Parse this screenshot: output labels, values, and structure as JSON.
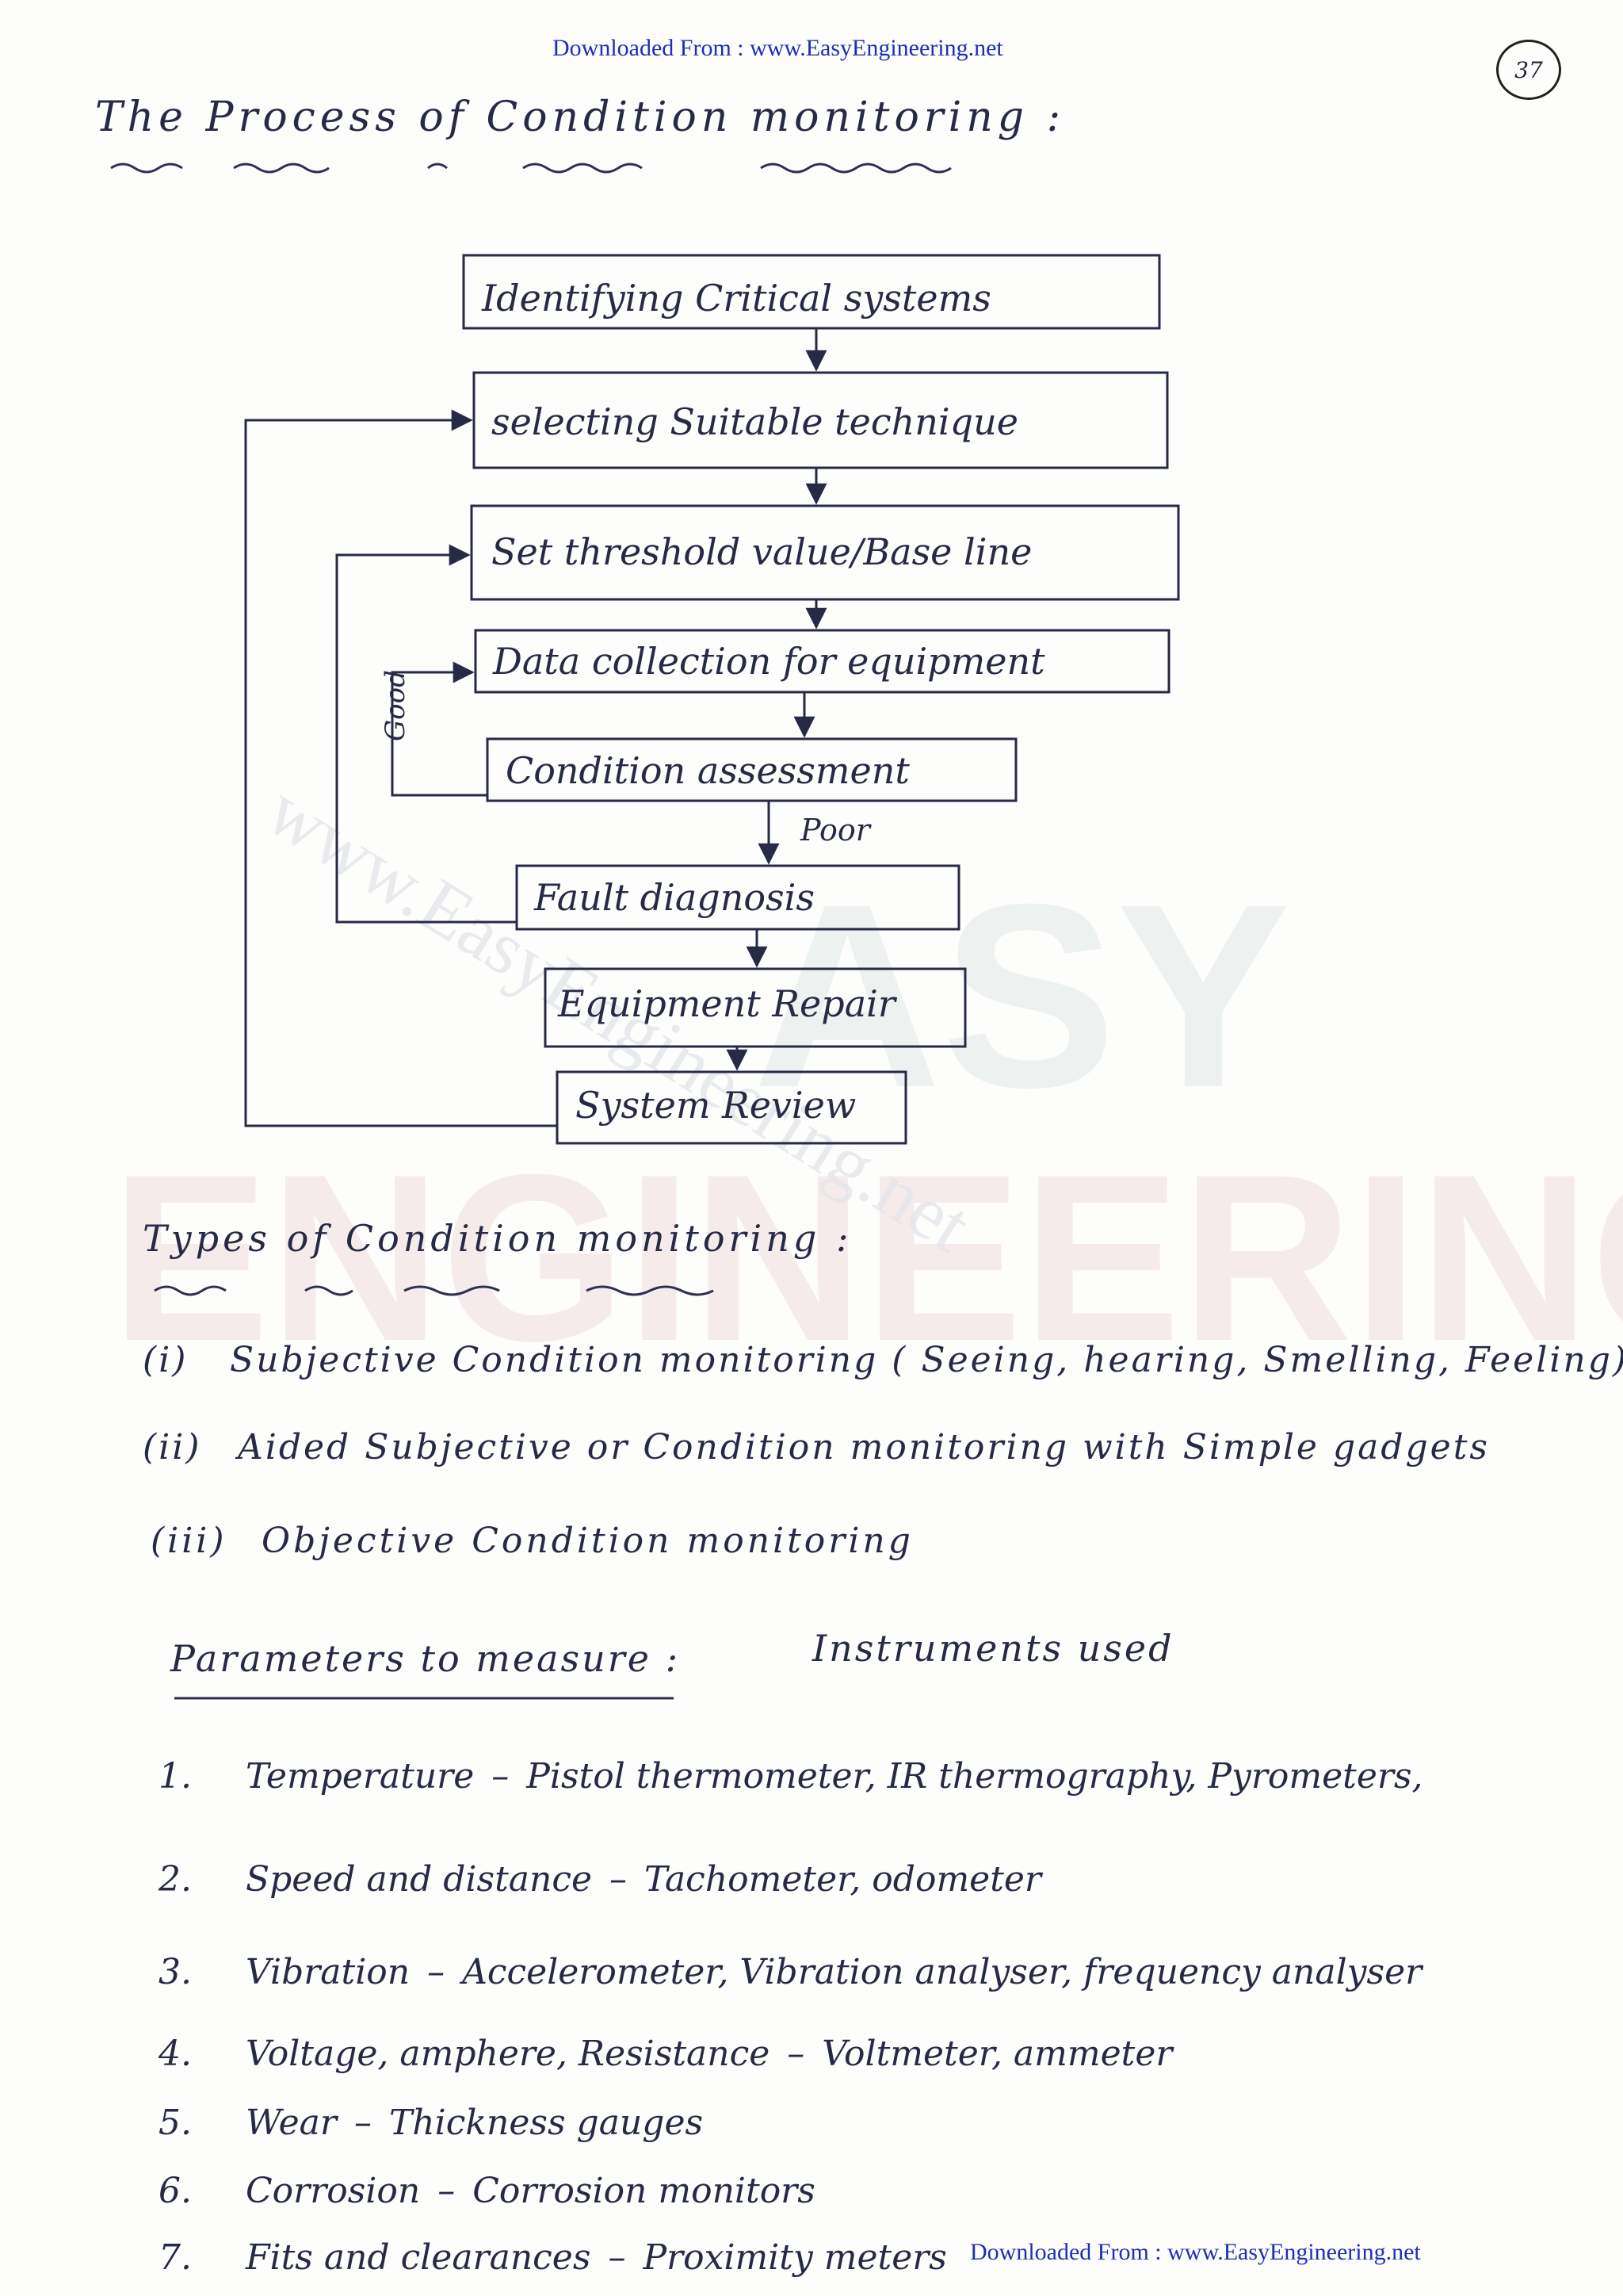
{
  "header": {
    "banner": "Downloaded From : www.EasyEngineering.net",
    "page_number": "37"
  },
  "title": "The Process of Condition monitoring :",
  "flowchart": {
    "steps": [
      "Identifying Critical systems",
      "selecting Suitable technique",
      "Set threshold value/Base line",
      "Data collection for equipment",
      "Condition assessment",
      "Fault diagnosis",
      "Equipment Repair",
      "System Review"
    ],
    "labels": {
      "good": "Good",
      "poor": "Poor"
    }
  },
  "types": {
    "heading": "Types of Condition monitoring :",
    "items": [
      {
        "marker": "(i)",
        "text": "Subjective Condition monitoring ( Seeing, hearing, Smelling, Feeling)"
      },
      {
        "marker": "(ii)",
        "text": "Aided Subjective or Condition monitoring with Simple gadgets"
      },
      {
        "marker": "(iii)",
        "text": "Objective Condition monitoring"
      }
    ]
  },
  "parameters": {
    "heading_left": "Parameters to measure :",
    "heading_right": "Instruments used",
    "rows": [
      {
        "num": "1.",
        "param": "Temperature",
        "instruments": "Pistol thermometer, IR thermography, Pyrometers,"
      },
      {
        "num": "2.",
        "param": "Speed and distance",
        "instruments": "Tachometer, odometer"
      },
      {
        "num": "3.",
        "param": "Vibration",
        "instruments": "Accelerometer, Vibration analyser, frequency analyser"
      },
      {
        "num": "4.",
        "param": "Voltage, amphere, Resistance",
        "instruments": "Voltmeter, ammeter"
      },
      {
        "num": "5.",
        "param": "Wear",
        "instruments": "Thickness gauges"
      },
      {
        "num": "6.",
        "param": "Corrosion",
        "instruments": "Corrosion monitors"
      },
      {
        "num": "7.",
        "param": "Fits and clearances",
        "instruments": "Proximity meters"
      }
    ]
  },
  "footer": {
    "banner": "Downloaded From : www.EasyEngineering.net"
  }
}
